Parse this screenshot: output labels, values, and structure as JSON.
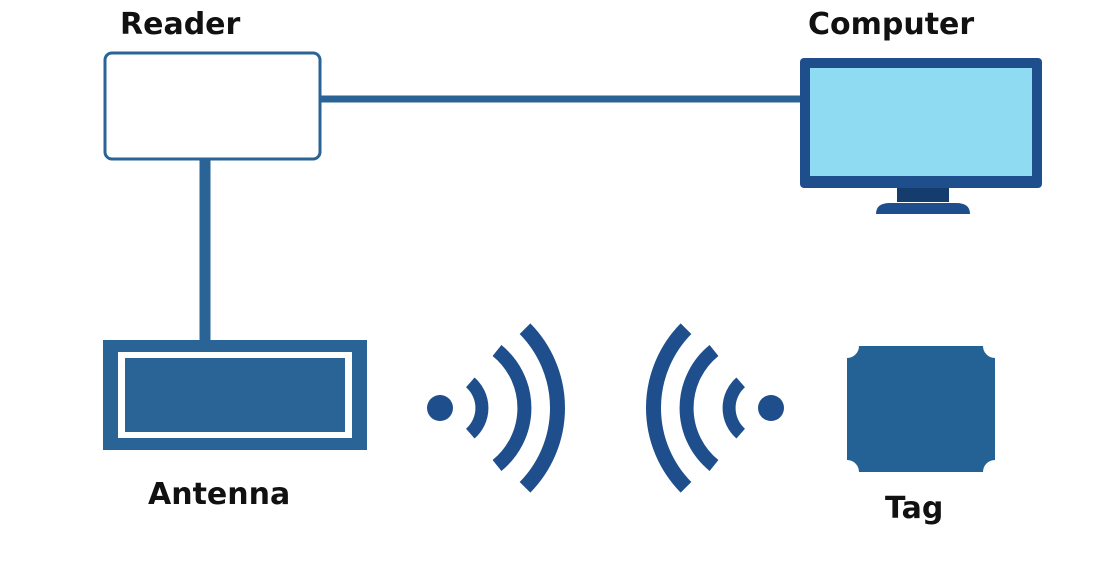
{
  "labels": {
    "reader": "Reader",
    "computer": "Computer",
    "antenna": "Antenna",
    "tag": "Tag"
  },
  "colors": {
    "connector": "#2a6496",
    "reader_fill": "#ffffff",
    "reader_border": "#2a6496",
    "monitor_frame": "#1f4e8c",
    "monitor_screen": "#8fdbf1",
    "monitor_stand": "#143d6e",
    "antenna_fill": "#2a6496",
    "tag_fill": "#246295",
    "waves": "#1f4e8c",
    "text": "#111111"
  },
  "icons": {
    "reader": "reader-box",
    "computer": "monitor-icon",
    "antenna": "antenna-icon",
    "tag": "rfid-tag-icon",
    "waves": "wireless-signal-icon"
  }
}
